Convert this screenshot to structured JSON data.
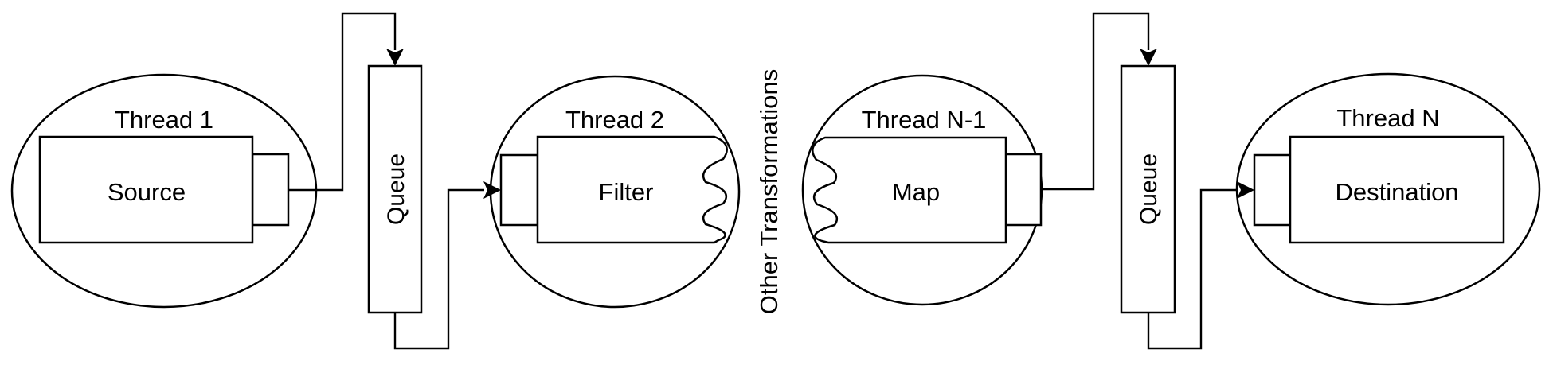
{
  "diagram": {
    "colors": {
      "background": "#ffffff",
      "stroke": "#000000",
      "text": "#000000"
    },
    "stages": [
      {
        "thread_label": "Thread 1",
        "component_label": "Source"
      },
      {
        "thread_label": "Thread 2",
        "component_label": "Filter"
      },
      {
        "thread_label": "Thread N-1",
        "component_label": "Map"
      },
      {
        "thread_label": "Thread N",
        "component_label": "Destination"
      }
    ],
    "queues": [
      {
        "label": "Queue"
      },
      {
        "label": "Queue"
      }
    ],
    "annotation_label": "Other Transformations"
  }
}
